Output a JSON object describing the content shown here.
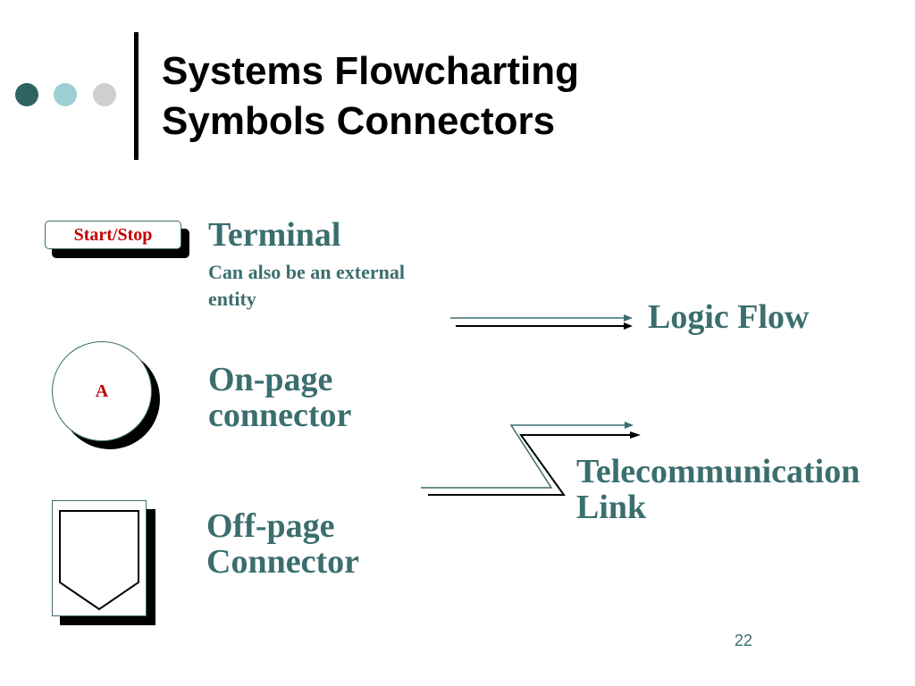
{
  "colors": {
    "accent_text": "#3b6e6e",
    "dot_1": "#2f6262",
    "dot_2": "#9ccfd3",
    "dot_3": "#cfcfcf",
    "symbol_text": "#c00000"
  },
  "slide": {
    "title_line1": "Systems Flowcharting",
    "title_line2": "Symbols  Connectors",
    "page_number": "22"
  },
  "symbols": {
    "terminal": {
      "shape_text": "Start/Stop",
      "label": "Terminal",
      "note_line1": "Can also be an external",
      "note_line2": "entity"
    },
    "on_page": {
      "shape_text": "A",
      "label_line1": "On-page",
      "label_line2": "connector"
    },
    "off_page": {
      "label_line1": "Off-page",
      "label_line2": "Connector"
    },
    "logic_flow": {
      "label": "Logic Flow"
    },
    "telecom": {
      "label_line1": "Telecommunication",
      "label_line2": "Link"
    }
  }
}
